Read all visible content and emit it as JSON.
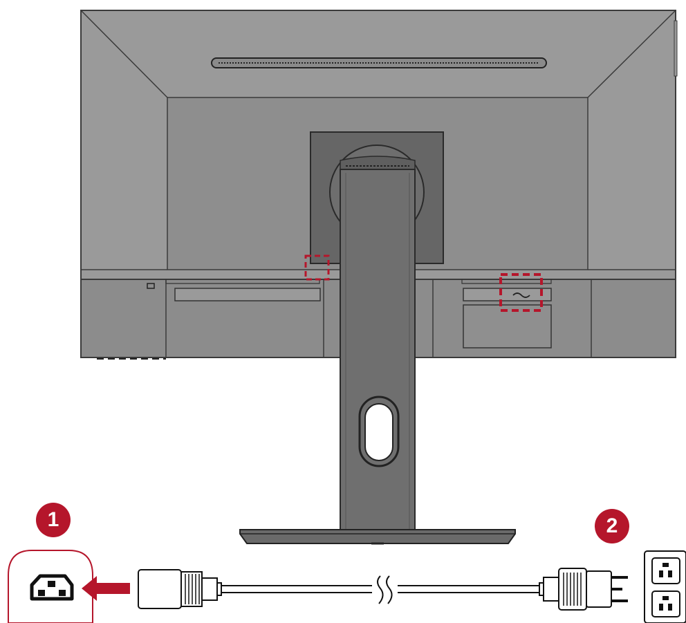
{
  "steps": [
    {
      "number": "1",
      "target": "monitor-power-inlet"
    },
    {
      "number": "2",
      "target": "wall-outlet"
    }
  ],
  "colors": {
    "accent": "#b5162b",
    "monitor_face": "#8e8e8e",
    "monitor_bevel": "#999999",
    "monitor_outline": "#3a3a3a",
    "stand": "#6f6f6f",
    "hinge": "#666666",
    "line": "#222222"
  },
  "icons": [
    "power-inlet-icon",
    "arrow-left-icon",
    "power-plug-icon",
    "wall-outlet-icon",
    "cable-break-icon"
  ]
}
